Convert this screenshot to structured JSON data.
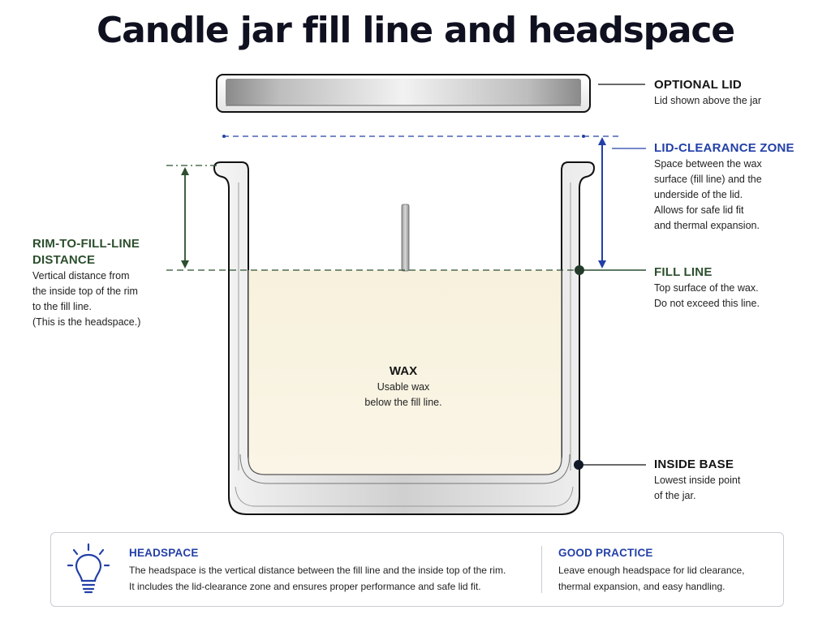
{
  "title": "Candle jar fill line and headspace",
  "colors": {
    "blue_accent": "#2340a8",
    "green_accent": "#2c4f2e",
    "wax_fill": "#f8f3e2",
    "glass_outline": "#111111"
  },
  "labels": {
    "optional_lid": {
      "heading": "OPTIONAL LID",
      "description": "Lid shown above the jar"
    },
    "lid_clearance_zone": {
      "heading": "LID-CLEARANCE ZONE",
      "description": "Space between the wax\nsurface (fill line) and the\nunderside of the lid.\nAllows for safe lid fit\nand thermal expansion."
    },
    "fill_line": {
      "heading": "FILL LINE",
      "description": "Top surface of the wax.\nDo not exceed this line."
    },
    "inside_base": {
      "heading": "INSIDE BASE",
      "description": "Lowest inside point\nof the jar."
    },
    "rim_to_fill_line": {
      "heading": "RIM-TO-FILL-LINE\nDISTANCE",
      "description": "Vertical distance from\nthe inside top of the rim\nto the fill line.\n(This is the headspace.)"
    },
    "wax": {
      "heading": "WAX",
      "description": "Usable wax\nbelow the fill line."
    }
  },
  "info_box": {
    "icon": "lightbulb-icon",
    "headspace": {
      "heading": "HEADSPACE",
      "description": "The headspace is the vertical distance between the fill line and the inside top of the rim.\nIt includes the lid-clearance zone and ensures proper performance and safe lid fit."
    },
    "good_practice": {
      "heading": "GOOD PRACTICE",
      "description": "Leave enough headspace for lid clearance,\nthermal expansion, and easy handling."
    }
  }
}
